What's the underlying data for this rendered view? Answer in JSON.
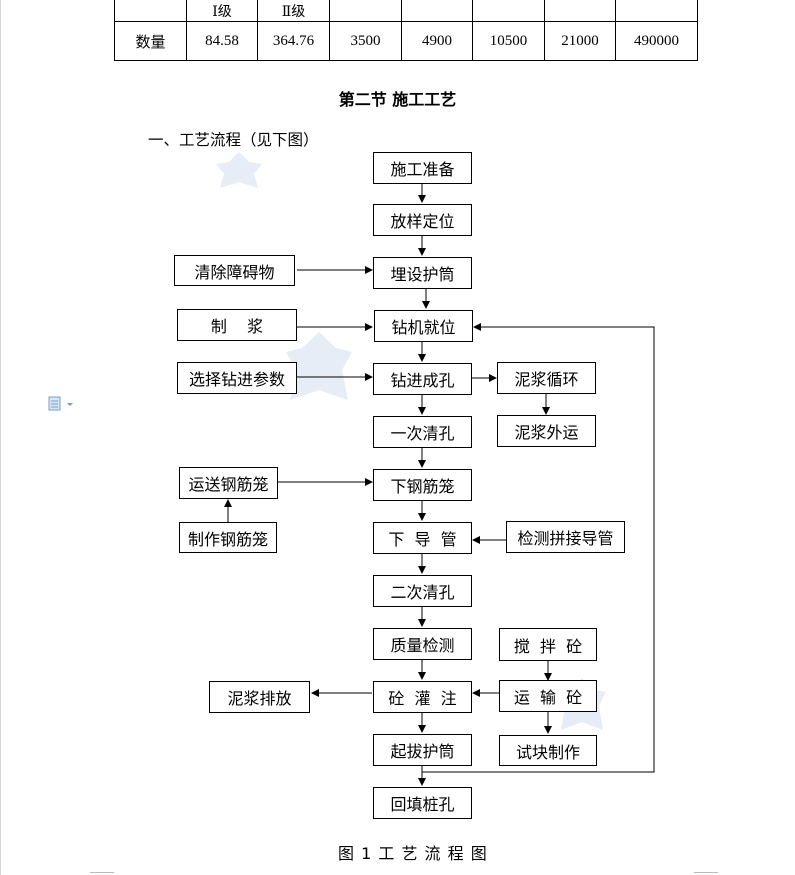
{
  "table": {
    "row1": [
      "",
      "Ⅰ级",
      "Ⅱ级",
      "",
      "",
      "",
      "",
      ""
    ],
    "row2": [
      "数量",
      "84.58",
      "364.76",
      "3500",
      "4900",
      "10500",
      "21000",
      "490000"
    ]
  },
  "heading": "第二节    施工工艺",
  "subheading": "一、工艺流程（见下图）",
  "flow": {
    "prep": "施工准备",
    "layout": "放样定位",
    "clear": "清除障碍物",
    "casing": "埋设护筒",
    "slurry_make": "制    浆",
    "drill_pos": "钻机就位",
    "params": "选择钻进参数",
    "drill": "钻进成孔",
    "slurry_cycle": "泥浆循环",
    "slurry_out": "泥浆外运",
    "clean1": "一次清孔",
    "cage_transport": "运送钢筋笼",
    "cage_lower": "下钢筋笼",
    "cage_make": "制作钢筋笼",
    "tremie": "下  导  管",
    "tremie_check": "检测拼接导管",
    "clean2": "二次清孔",
    "quality": "质量检测",
    "mix": "搅  拌  砼",
    "slurry_discharge": "泥浆排放",
    "pour": "砼  灌  注",
    "transport": "运  输  砼",
    "pull_casing": "起拔护筒",
    "sample": "试块制作",
    "backfill": "回填桩孔"
  },
  "caption": "图 1      工 艺 流 程 图"
}
